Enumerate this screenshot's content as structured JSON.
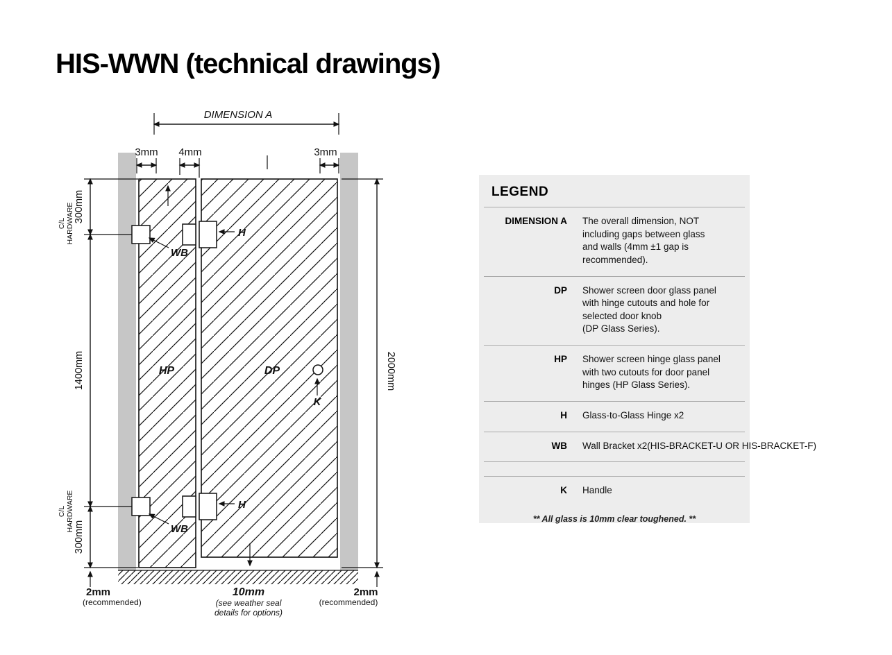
{
  "title": "HIS-WWN (technical drawings)",
  "drawing": {
    "dimension_a_label": "DIMENSION A",
    "top_gaps": {
      "left": "3mm",
      "middle": "4mm",
      "right": "3mm"
    },
    "left_dims": {
      "top_centerline_line1": "C/L",
      "top_centerline_line2": "HARDWARE",
      "top_offset": "300mm",
      "middle_span": "1400mm",
      "bottom_centerline_line1": "C/L",
      "bottom_centerline_line2": "HARDWARE",
      "bottom_offset": "300mm"
    },
    "right_dims": {
      "overall_height": "2000mm"
    },
    "panel_labels": {
      "hinge_panel": "HP",
      "door_panel": "DP"
    },
    "part_labels": {
      "wall_bracket_top": "WB",
      "wall_bracket_bottom": "WB",
      "hinge_top": "H",
      "hinge_bottom": "H",
      "handle": "K"
    },
    "bottom_notes": {
      "left_gap": "2mm",
      "left_note": "(recommended)",
      "center_gap": "10mm",
      "center_note_line1": "(see weather seal",
      "center_note_line2": "details for options)",
      "right_gap": "2mm",
      "right_note": "(recommended)"
    }
  },
  "legend": {
    "heading": "LEGEND",
    "rows": [
      {
        "term": "DIMENSION A",
        "description": "The overall dimension, NOT\nincluding gaps between glass\nand walls (4mm ±1 gap is\nrecommended)."
      },
      {
        "term": "DP",
        "description": "Shower screen door glass panel\nwith hinge cutouts and hole for\nselected door knob\n(DP Glass Series)."
      },
      {
        "term": "HP",
        "description": "Shower screen hinge glass panel\nwith two cutouts for door panel\nhinges (HP Glass Series)."
      },
      {
        "term": "H",
        "description": "Glass-to-Glass Hinge x2"
      },
      {
        "term": "WB",
        "description": "Wall Bracket x2(HIS-BRACKET-U OR HIS-BRACKET-F)"
      },
      {
        "term": "K",
        "description": "Handle"
      }
    ],
    "footnote": "** All glass is 10mm clear toughened. **"
  },
  "colors": {
    "wall_gray": "#c6c6c6",
    "glass_hatch": "#c9c9c9",
    "legend_background": "#ededed",
    "line_black": "#111111"
  }
}
